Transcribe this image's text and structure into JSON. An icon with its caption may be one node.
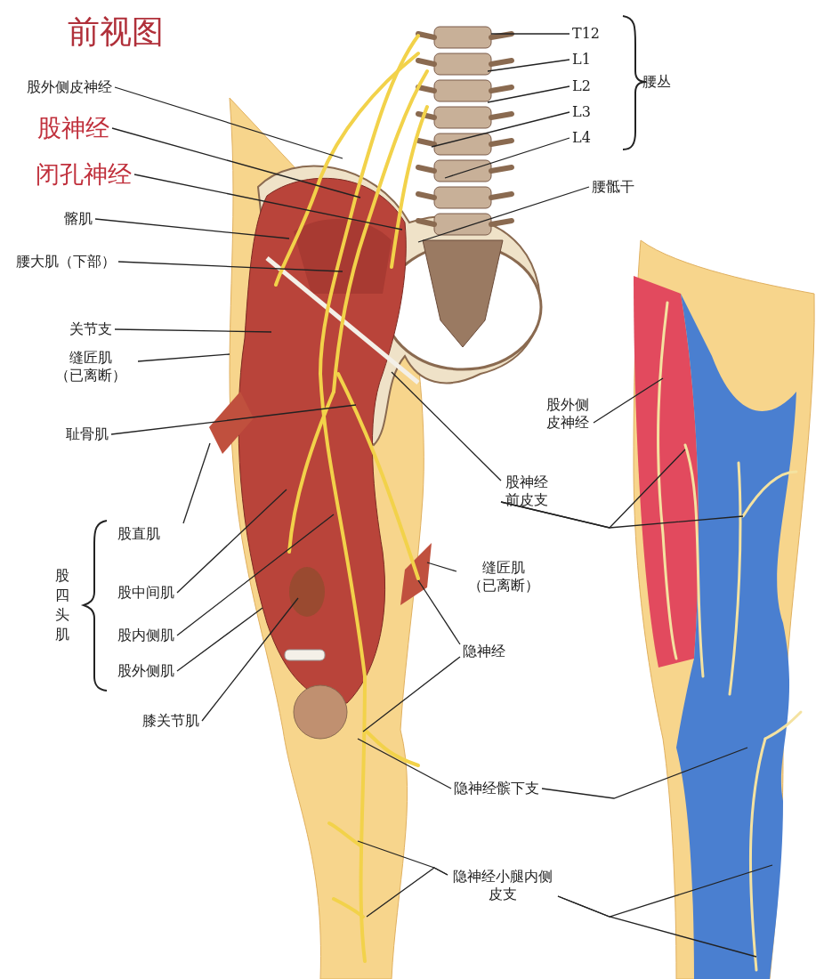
{
  "diagram": {
    "title": "前视图",
    "nodes": [
      {
        "text": [
          "股外侧皮神经"
        ]
      },
      {
        "text": [
          "股神经"
        ]
      },
      {
        "text": [
          "闭孔神经"
        ]
      },
      {
        "text": [
          "髂肌"
        ]
      },
      {
        "text": [
          "腰大肌（下部）"
        ]
      },
      {
        "text": [
          "关节支"
        ]
      },
      {
        "text": [
          "缝匠肌（已离断）"
        ]
      },
      {
        "text": [
          "耻骨肌"
        ]
      },
      {
        "text": [
          "股直肌"
        ]
      },
      {
        "text": [
          "股中间肌"
        ]
      },
      {
        "text": [
          "股内侧肌"
        ]
      },
      {
        "text": [
          "股外侧肌"
        ]
      },
      {
        "text": [
          "膝关节肌"
        ]
      },
      {
        "text": [
          "T12"
        ]
      },
      {
        "text": [
          "L1"
        ]
      },
      {
        "text": [
          "L2"
        ]
      },
      {
        "text": [
          "L3"
        ]
      },
      {
        "text": [
          "L4"
        ]
      },
      {
        "text": [
          "腰骶干"
        ]
      },
      {
        "text": [
          "股外侧皮神经"
        ]
      },
      {
        "text": [
          "股神经前皮支"
        ]
      },
      {
        "text": [
          "缝匠肌（已离断）"
        ]
      },
      {
        "text": [
          "隐神经"
        ]
      },
      {
        "text": [
          "隐神经髌下支"
        ]
      },
      {
        "text": [
          "隐神经小腿内侧皮支"
        ]
      }
    ],
    "edges": [
      {
        "from": 0,
        "to": null,
        "arrow": "none"
      },
      {
        "from": 1,
        "to": null,
        "arrow": "none"
      },
      {
        "from": 2,
        "to": null,
        "arrow": "none"
      },
      {
        "from": 3,
        "to": null,
        "arrow": "none"
      },
      {
        "from": 4,
        "to": null,
        "arrow": "none"
      },
      {
        "from": 5,
        "to": null,
        "arrow": "none"
      },
      {
        "from": 6,
        "to": null,
        "arrow": "none"
      },
      {
        "from": 7,
        "to": null,
        "arrow": "none"
      },
      {
        "from": 8,
        "to": null,
        "arrow": "none"
      },
      {
        "from": 9,
        "to": null,
        "arrow": "none"
      },
      {
        "from": 10,
        "to": null,
        "arrow": "none"
      },
      {
        "from": 11,
        "to": null,
        "arrow": "none"
      },
      {
        "from": 12,
        "to": null,
        "arrow": "none"
      },
      {
        "from": 13,
        "to": null,
        "arrow": "none"
      },
      {
        "from": 14,
        "to": null,
        "arrow": "none"
      },
      {
        "from": 15,
        "to": null,
        "arrow": "none"
      },
      {
        "from": 16,
        "to": null,
        "arrow": "none"
      },
      {
        "from": 17,
        "to": null,
        "arrow": "none"
      },
      {
        "from": 18,
        "to": null,
        "arrow": "none"
      },
      {
        "from": 19,
        "to": null,
        "arrow": "none"
      },
      {
        "from": 20,
        "to": null,
        "arrow": "none"
      },
      {
        "from": 20,
        "to": null,
        "arrow": "none"
      },
      {
        "from": 20,
        "to": null,
        "arrow": "none"
      },
      {
        "from": 21,
        "to": null,
        "arrow": "none"
      },
      {
        "from": 22,
        "to": null,
        "arrow": "none"
      },
      {
        "from": 22,
        "to": null,
        "arrow": "none"
      },
      {
        "from": 23,
        "to": null,
        "arrow": "none"
      },
      {
        "from": 23,
        "to": null,
        "arrow": "none"
      },
      {
        "from": 24,
        "to": null,
        "arrow": "none"
      },
      {
        "from": 24,
        "to": null,
        "arrow": "none"
      },
      {
        "from": 24,
        "to": null,
        "arrow": "none"
      },
      {
        "from": 24,
        "to": null,
        "arrow": "none"
      }
    ],
    "labels": [
      "腰丛",
      "股四头肌"
    ]
  }
}
